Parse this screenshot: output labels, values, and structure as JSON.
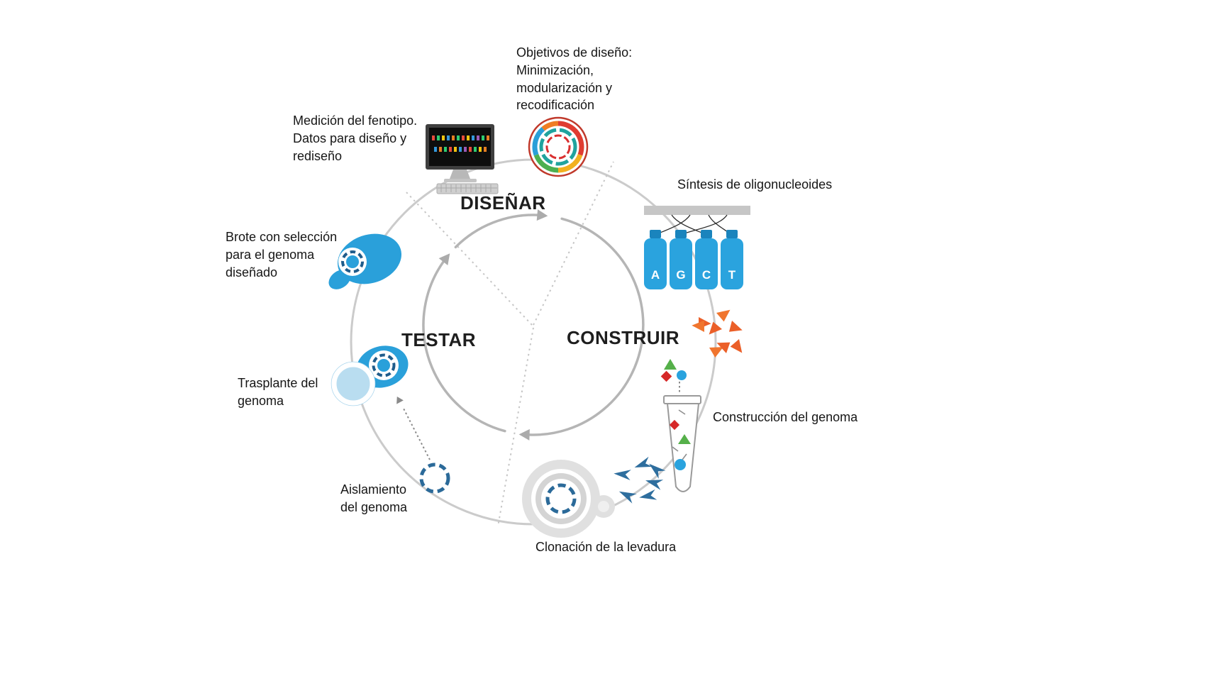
{
  "diagram": {
    "phases": {
      "design": "DISEÑAR",
      "build": "CONSTRUIR",
      "test": "TESTAR"
    },
    "labels": {
      "design_goals": "Objetivos de diseño:\nMinimización,\nmodularización y\nrecodificación",
      "phenotype_measurement": "Medición del fenotipo.\nDatos para diseño y\nrediseño",
      "oligo_synthesis": "Síntesis de oligonucleoides",
      "genome_construction": "Construcción del genoma",
      "yeast_cloning": "Clonación de la levadura",
      "genome_isolation": "Aislamiento\ndel genoma",
      "genome_transplant": "Trasplante del\ngenoma",
      "budding_selection": "Brote con selección\npara el genoma\ndiseñado"
    },
    "oligo_letters": [
      "A",
      "G",
      "C",
      "T"
    ],
    "colors": {
      "cycle_gray": "#cbcbcb",
      "arrow_gray": "#b5b5b5",
      "bottle_blue": "#2aa3de",
      "navy": "#2b6a99",
      "orange": "#eb5f28",
      "cell_blue": "#2aa0da"
    }
  }
}
